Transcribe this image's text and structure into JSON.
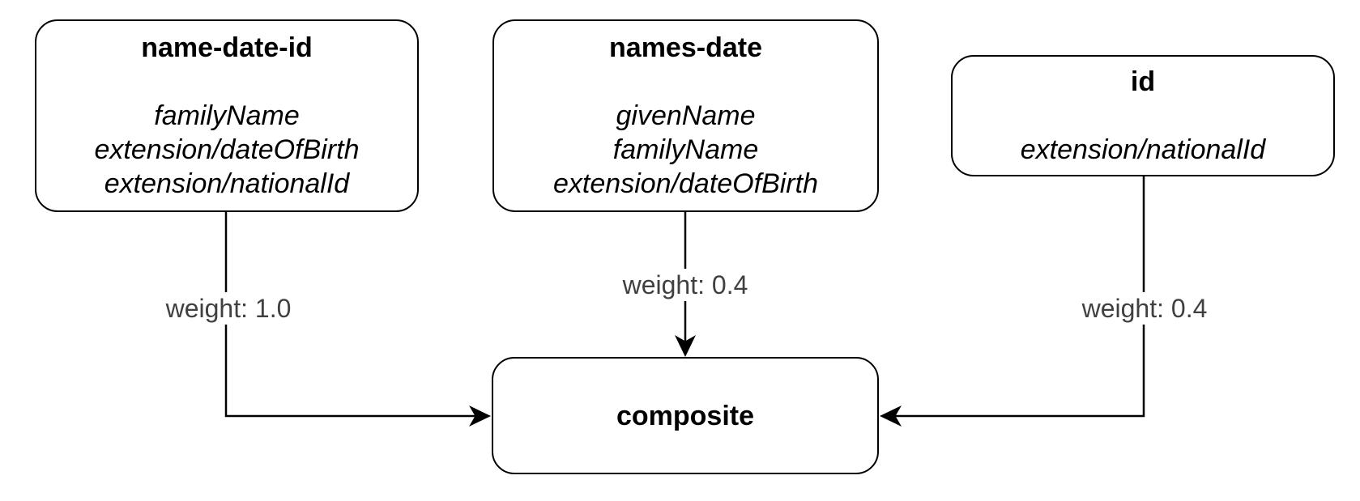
{
  "diagram": {
    "nodes": [
      {
        "id": "name-date-id",
        "title": "name-date-id",
        "attributes": [
          "familyName",
          "extension/dateOfBirth",
          "extension/nationalId"
        ]
      },
      {
        "id": "names-date",
        "title": "names-date",
        "attributes": [
          "givenName",
          "familyName",
          "extension/dateOfBirth"
        ]
      },
      {
        "id": "id",
        "title": "id",
        "attributes": [
          "extension/nationalId"
        ]
      },
      {
        "id": "composite",
        "title": "composite",
        "attributes": []
      }
    ],
    "edges": [
      {
        "from": "name-date-id",
        "to": "composite",
        "label": "weight: 1.0"
      },
      {
        "from": "names-date",
        "to": "composite",
        "label": "weight: 0.4"
      },
      {
        "from": "id",
        "to": "composite",
        "label": "weight: 0.4"
      }
    ],
    "colors": {
      "stroke": "#000000",
      "node_fill": "#ffffff",
      "node_text": "#000000",
      "edge_label_text": "#404040",
      "background": "#ffffff"
    }
  }
}
